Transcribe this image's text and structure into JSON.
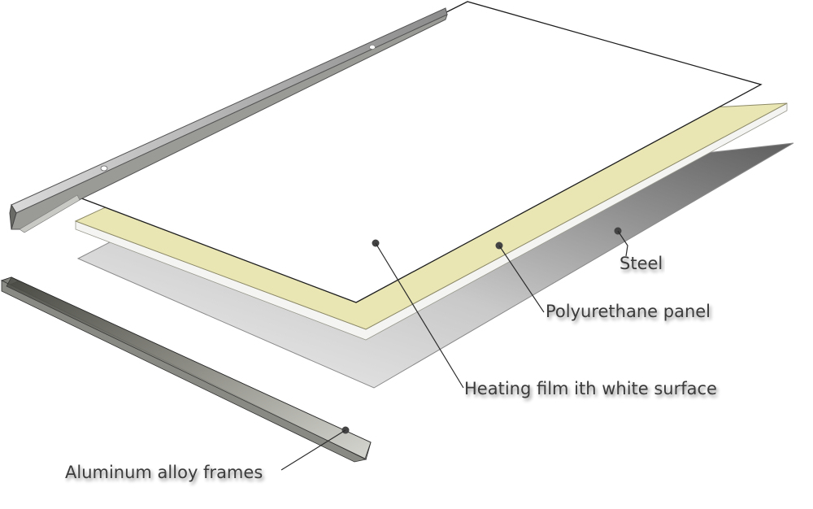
{
  "labels": {
    "steel": "Steel",
    "polyurethane": "Polyurethane panel",
    "heating_film": "Heating film ith white surface",
    "aluminum": "Aluminum alloy frames"
  },
  "colors": {
    "white_film": "#ffffff",
    "polyurethane": "#e9e6b4",
    "steel_light": "#d8d8d8",
    "steel_dark": "#6b6b6b",
    "frame_dark": "#5a5a52",
    "frame_light": "#b8b8b0",
    "label_text": "#3a3a3a"
  }
}
